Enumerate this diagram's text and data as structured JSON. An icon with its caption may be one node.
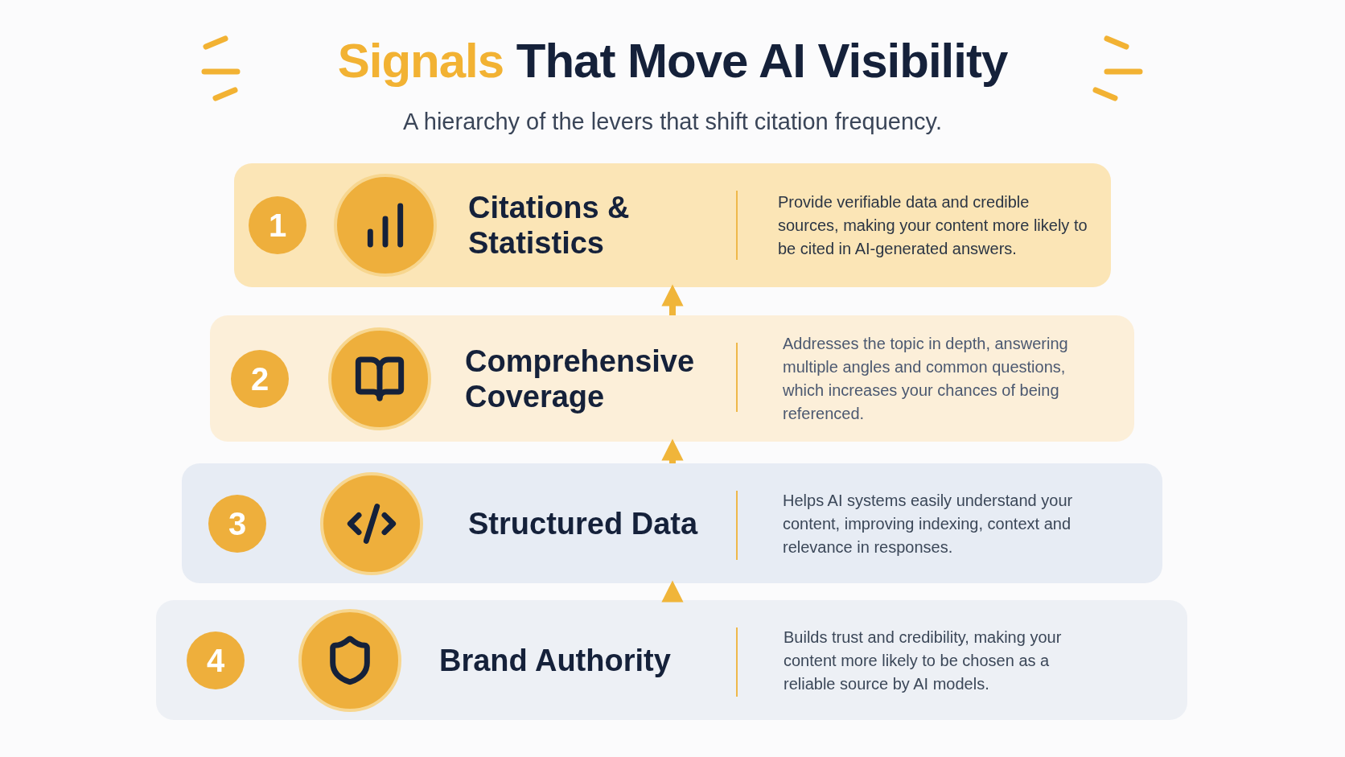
{
  "diagram": {
    "title": "Signals That Move AI Visibility",
    "nodes": [
      {
        "text": [
          "Citations & Statistics",
          "Provide verifiable data and credible sources, making your content more likely to be cited in AI-generated answers."
        ]
      },
      {
        "text": [
          "1"
        ],
        "in": 0
      },
      {
        "text": [
          "Comprehensive Coverage",
          "Addresses the topic in depth, answering multiple angles and common questions, which increases your chances of being referenced."
        ]
      },
      {
        "text": [
          "2"
        ],
        "in": 2
      },
      {
        "text": [
          "Structured Data",
          "Helps AI systems easily understand your content, improving indexing, context and relevance in responses."
        ]
      },
      {
        "text": [
          "3"
        ],
        "in": 4
      },
      {
        "text": [
          "Brand Authority",
          "Builds trust and credibility, making your content more likely to be chosen as a reliable source by AI models."
        ]
      },
      {
        "text": [
          "4"
        ],
        "in": 6
      }
    ],
    "edges": [
      {
        "from": 6,
        "to": 4,
        "arrow": "to"
      },
      {
        "from": 4,
        "to": 2,
        "arrow": "to"
      },
      {
        "from": 2,
        "to": 0,
        "arrow": "to"
      }
    ],
    "labels": [
      "A hierarchy of the levers that shift citation frequency."
    ]
  }
}
